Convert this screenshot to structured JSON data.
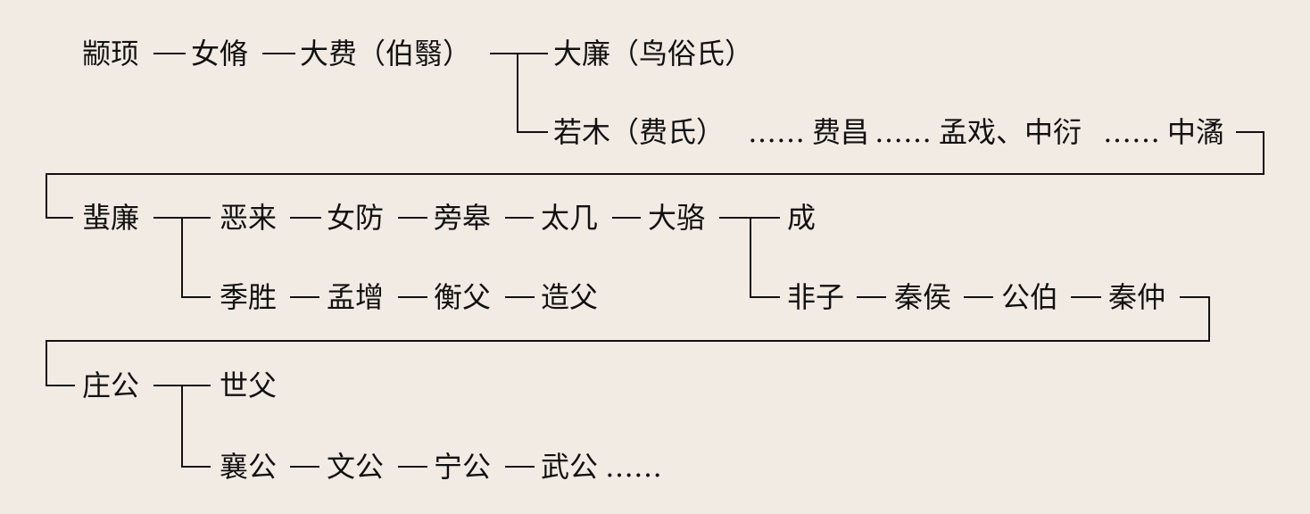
{
  "genealogy": {
    "row1": {
      "zhuanxu": "颛顼",
      "nvxiu": "女脩",
      "dafei": "大费（伯翳）"
    },
    "branch_dalian": "大廉（鸟俗氏）",
    "row2": {
      "ruomu": "若木（费氏）",
      "feichang": "费昌",
      "mengxi": "孟戏、中衍",
      "zhongyu": "中潏"
    },
    "row3": {
      "feilian": "蜚廉",
      "elai": "恶来",
      "nvfang": "女防",
      "panggao": "旁皋",
      "taiji": "太几",
      "daluo": "大骆",
      "cheng": "成"
    },
    "row4": {
      "jisheng": "季胜",
      "mengzeng": "孟增",
      "hengfu": "衡父",
      "zaofu": "造父",
      "feizi": "非子",
      "qinhou": "秦侯",
      "gongbo": "公伯",
      "qinzhong": "秦仲"
    },
    "row5": {
      "zhuanggong": "庄公",
      "shifu": "世父"
    },
    "row6": {
      "xianggong": "襄公",
      "wengong": "文公",
      "ninggong": "宁公",
      "wugong": "武公"
    },
    "ellipsis": "……"
  }
}
